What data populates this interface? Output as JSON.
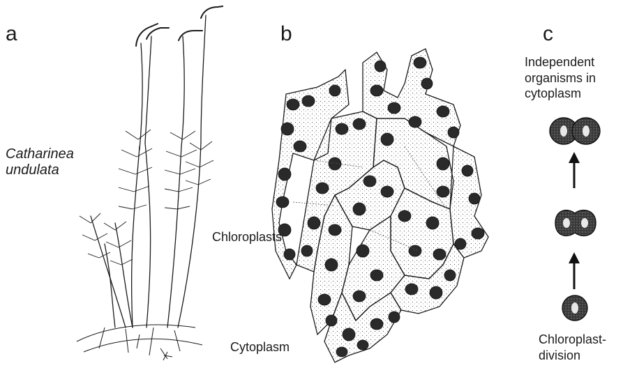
{
  "panels": {
    "a": {
      "letter": "a",
      "species_line1": "Catharinea",
      "species_line2": "undulata"
    },
    "b": {
      "letter": "b",
      "label_chloroplasts": "Chloroplasts",
      "label_cytoplasm": "Cytoplasm"
    },
    "c": {
      "letter": "c",
      "top_label": [
        "Independent",
        "organisms in",
        "cytoplasm"
      ],
      "bottom_label": [
        "Chloroplast-",
        "division"
      ]
    }
  }
}
